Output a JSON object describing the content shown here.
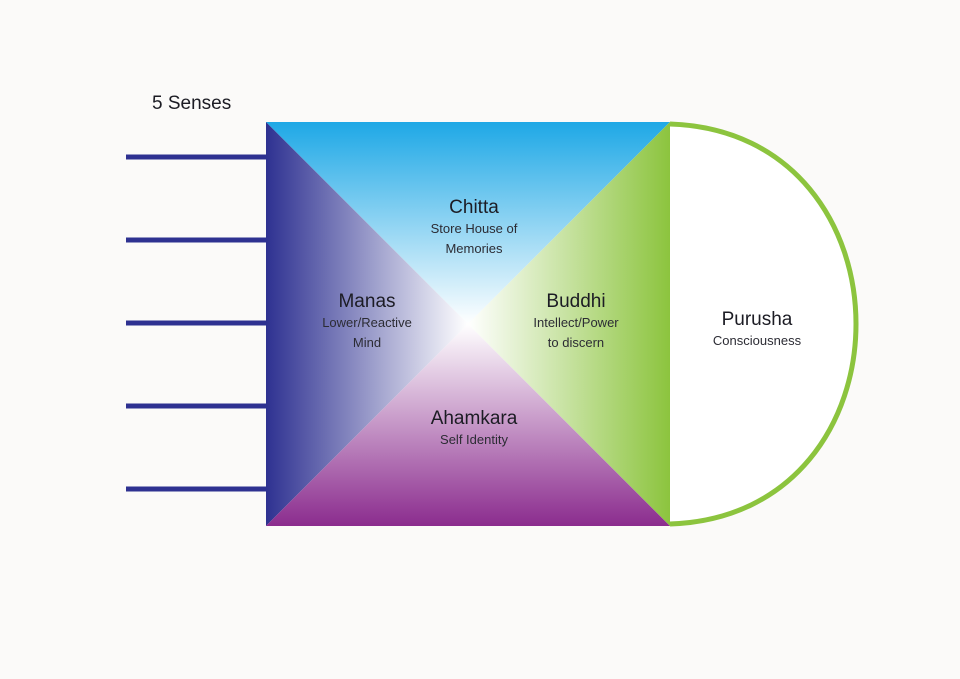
{
  "diagram": {
    "senses_title": "5 Senses",
    "quadrants": {
      "chitta": {
        "name": "Chitta",
        "desc_line1": "Store House of",
        "desc_line2": "Memories"
      },
      "manas": {
        "name": "Manas",
        "desc_line1": "Lower/Reactive",
        "desc_line2": "Mind"
      },
      "buddhi": {
        "name": "Buddhi",
        "desc_line1": "Intellect/Power",
        "desc_line2": "to discern"
      },
      "ahamkara": {
        "name": "Ahamkara",
        "desc_line1": "Self Identity"
      }
    },
    "purusha": {
      "name": "Purusha",
      "desc": "Consciousness"
    },
    "colors": {
      "chitta": "#1ea8e6",
      "manas": "#2e3191",
      "buddhi": "#8cc43e",
      "ahamkara": "#8b2c8e",
      "sense_line": "#2e3191",
      "purusha_outline": "#8cc43e",
      "background": "#fbfaf9"
    }
  }
}
